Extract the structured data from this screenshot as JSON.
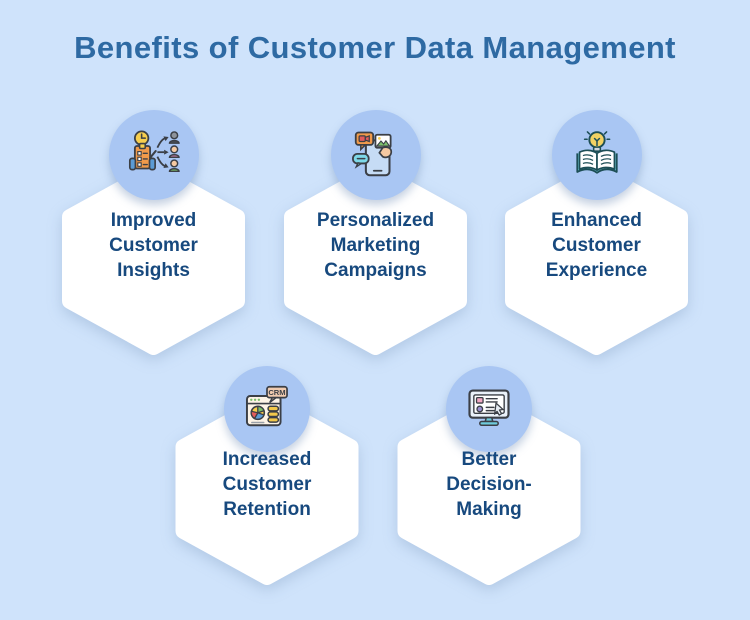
{
  "title": "Benefits of Customer Data Management",
  "theme": {
    "background_color": "#cfe3fb",
    "card_fill_color": "#ffffff",
    "icon_badge_color": "#a9c6f3",
    "title_color": "#2e6aa3",
    "card_text_color": "#17497e"
  },
  "cards": [
    {
      "label": "Improved\nCustomer\nInsights",
      "icon": "customer-insights-icon"
    },
    {
      "label": "Personalized\nMarketing\nCampaigns",
      "icon": "marketing-campaigns-icon"
    },
    {
      "label": "Enhanced\nCustomer\nExperience",
      "icon": "customer-experience-icon"
    },
    {
      "label": "Increased\nCustomer\nRetention",
      "icon": "customer-retention-icon",
      "icon_text": "CRM"
    },
    {
      "label": "Better\nDecision-\nMaking",
      "icon": "decision-making-icon"
    }
  ]
}
